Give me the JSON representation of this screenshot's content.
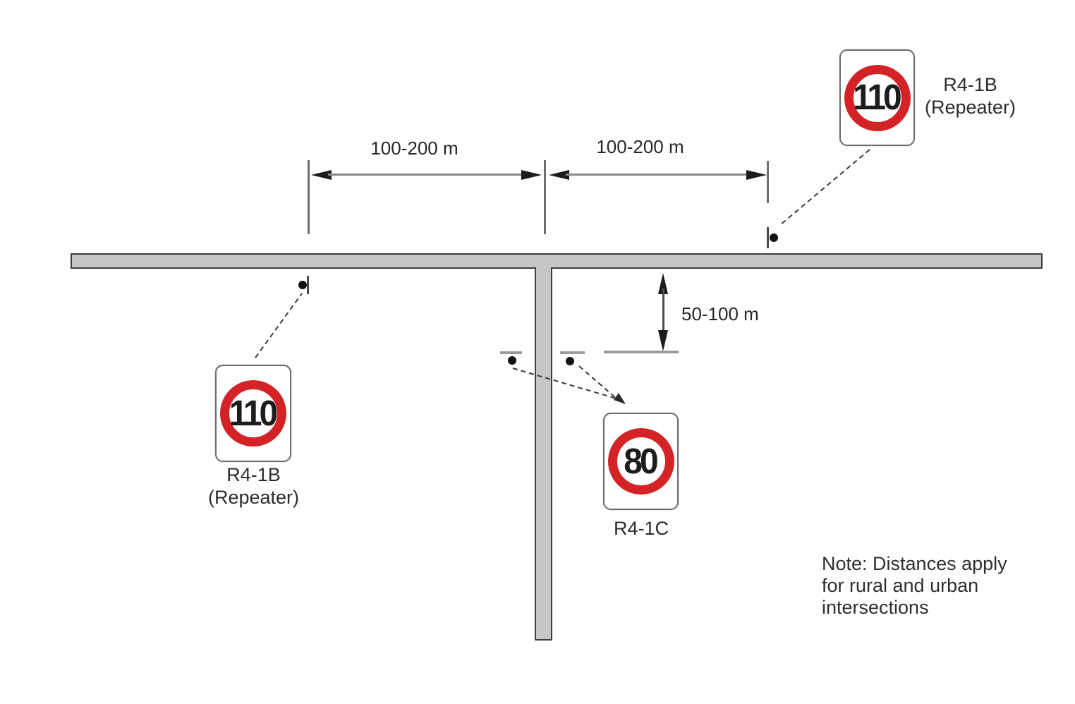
{
  "diagram": {
    "kind": "speed-limit-sign-placement-at-T-intersection",
    "dimension_labels": {
      "left_spacing": "100-200 m",
      "right_spacing": "100-200 m",
      "side_road_setback": "50-100 m"
    },
    "signs": {
      "repeater_right": {
        "value": "110",
        "code": "R4-1B",
        "qualifier": "(Repeater)"
      },
      "repeater_left": {
        "value": "110",
        "code": "R4-1B",
        "qualifier": "(Repeater)"
      },
      "side_road": {
        "value": "80",
        "code": "R4-1C"
      }
    },
    "note": {
      "lines": [
        "Note: Distances apply",
        "for rural and urban",
        "intersections"
      ]
    },
    "colors": {
      "road_fill": "#c6c6c6",
      "road_border": "#3e3e3e",
      "sign_ring_red": "#d32327",
      "sign_number": "#1d1d1d",
      "dimension_gray": "#8a8a8a"
    }
  }
}
